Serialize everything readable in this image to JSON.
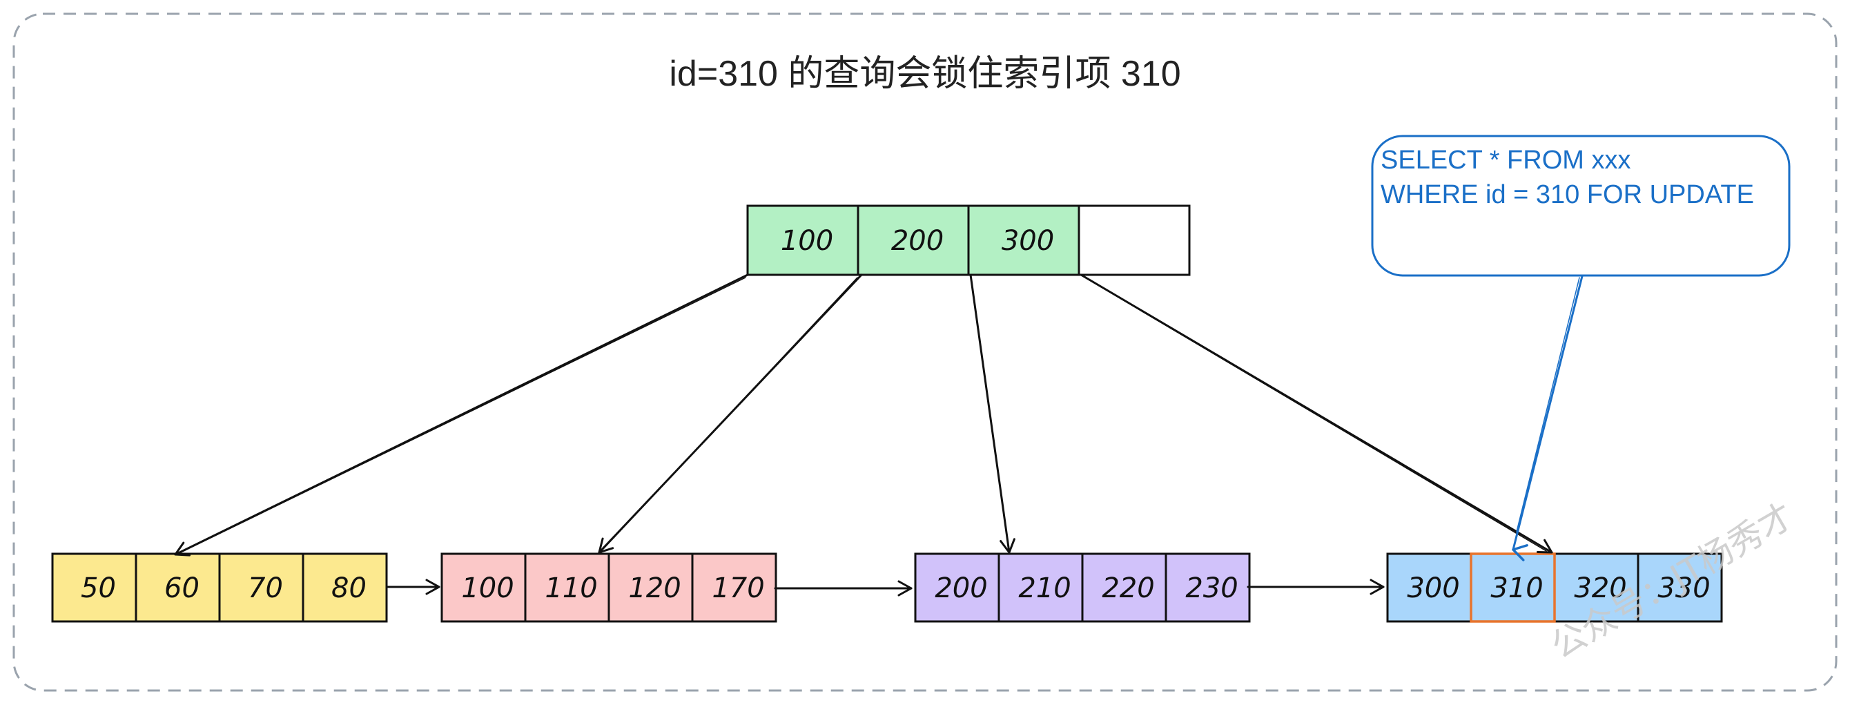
{
  "title": "id=310 的查询会锁住索引项 310",
  "note": {
    "line1": "SELECT * FROM xxx",
    "line2": "WHERE id = 310 FOR UPDATE"
  },
  "watermark": "公众号：JT杨秀才",
  "root": {
    "keys": [
      "100",
      "200",
      "300",
      ""
    ],
    "color": "#b3f0c4"
  },
  "leaves": [
    {
      "keys": [
        "50",
        "60",
        "70",
        "80"
      ],
      "color": "#fce98f"
    },
    {
      "keys": [
        "100",
        "110",
        "120",
        "170"
      ],
      "color": "#fbc8c8"
    },
    {
      "keys": [
        "200",
        "210",
        "220",
        "230"
      ],
      "color": "#d1c2fa"
    },
    {
      "keys": [
        "300",
        "310",
        "320",
        "330"
      ],
      "color": "#a9d6fb"
    }
  ],
  "locked_key": "310",
  "colors": {
    "border": "#9aa3ad",
    "stroke": "#111111",
    "note": "#1a6fc7",
    "locked": "#e8742c",
    "watermark": "#c9c9c9"
  }
}
